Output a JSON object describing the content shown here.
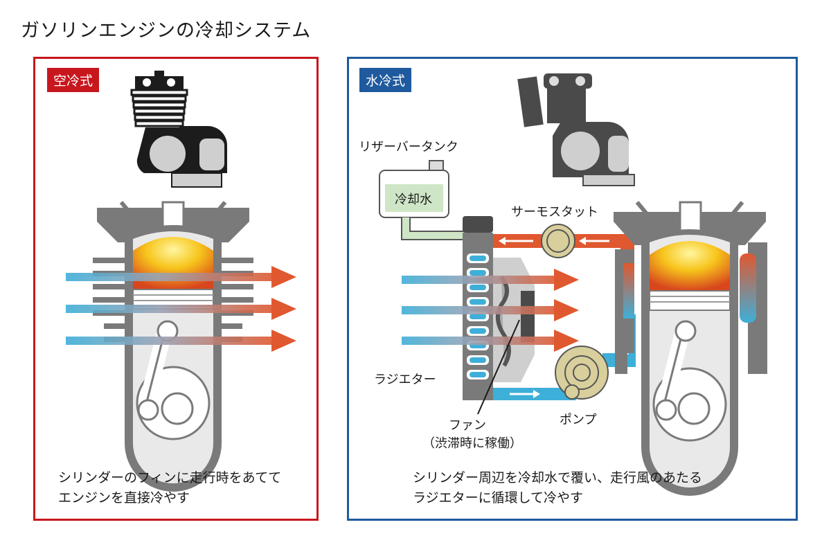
{
  "title": "ガソリンエンジンの冷却システム",
  "air_cooled": {
    "badge": "空冷式",
    "badge_color": "#c8161d",
    "caption_line1": "シリンダーのフィンに走行時をあてて",
    "caption_line2": "エンジンを直接冷やす"
  },
  "water_cooled": {
    "badge": "水冷式",
    "badge_color": "#1f5a9e",
    "reservoir_label": "リザーバータンク",
    "coolant_label": "冷却水",
    "thermostat_label": "サーモスタット",
    "radiator_label": "ラジエター",
    "fan_label_line1": "ファン",
    "fan_label_line2": "（渋滞時に稼働）",
    "pump_label": "ポンプ",
    "caption_line1": "シリンダー周辺を冷却水で覆い、走行風のあたる",
    "caption_line2": "ラジエターに循環して冷やす"
  },
  "colors": {
    "hot": "#e0582f",
    "cool": "#3eafd8",
    "engine_gray": "#7a7a7a",
    "accent_red": "#c8161d",
    "accent_blue": "#1f5a9e"
  }
}
